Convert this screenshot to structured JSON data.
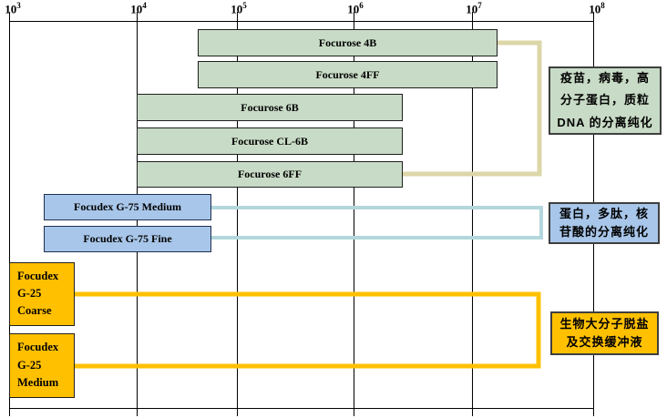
{
  "axis": {
    "scale": "log",
    "ticks": [
      {
        "base": "10",
        "exp": "3"
      },
      {
        "base": "10",
        "exp": "4"
      },
      {
        "base": "10",
        "exp": "5"
      },
      {
        "base": "10",
        "exp": "6"
      },
      {
        "base": "10",
        "exp": "7"
      },
      {
        "base": "10",
        "exp": "8"
      }
    ]
  },
  "bars": {
    "focurose_4b": {
      "label": "Focurose 4B"
    },
    "focurose_4ff": {
      "label": "Focurose 4FF"
    },
    "focurose_6b": {
      "label": "Focurose 6B"
    },
    "focurose_cl6b": {
      "label": "Focurose CL-6B"
    },
    "focurose_6ff": {
      "label": "Focurose 6FF"
    },
    "focudex_g75_medium": {
      "label": "Focudex G-75 Medium"
    },
    "focudex_g75_fine": {
      "label": "Focudex G-75 Fine"
    },
    "focudex_g25_coarse": {
      "lines": [
        "Focudex",
        "G-25",
        "Coarse"
      ]
    },
    "focudex_g25_medium": {
      "lines": [
        "Focudex",
        "G-25",
        "Medium"
      ]
    }
  },
  "annotations": {
    "green": {
      "lines": [
        "疫苗，病毒，高",
        "分子蛋白，质粒",
        "DNA 的分离纯化"
      ]
    },
    "blue": {
      "lines": [
        "蛋白，多肽，核",
        "苷酸的分离纯化"
      ]
    },
    "yellow": {
      "lines": [
        "生物大分子脱盐",
        "及交换缓冲液"
      ]
    }
  },
  "colors": {
    "green_fill": "#c8dbc6",
    "blue_fill": "#a8c6e9",
    "yellow_fill": "#ffc000",
    "beige_bracket": "#dcd6a8",
    "blue_bracket": "#b3d7dc",
    "yellow_bracket": "#ffc000",
    "line": "#000000"
  },
  "chart_data": {
    "type": "bar",
    "subtype": "horizontal-range-gantt",
    "title": "",
    "xlabel": "",
    "ylabel": "",
    "x_scale": "log",
    "xlim": [
      1000,
      100000000
    ],
    "x_tick_labels": [
      "10^3",
      "10^4",
      "10^5",
      "10^6",
      "10^7",
      "10^8"
    ],
    "grid": "vertical-on",
    "series": [
      {
        "name": "Focurose 4B",
        "range_x": [
          40000,
          16000000
        ],
        "color": "#c8dbc6",
        "group": "疫苗，病毒，高分子蛋白，质粒DNA的分离纯化"
      },
      {
        "name": "Focurose 4FF",
        "range_x": [
          40000,
          16000000
        ],
        "color": "#c8dbc6",
        "group": "疫苗，病毒，高分子蛋白，质粒DNA的分离纯化"
      },
      {
        "name": "Focurose 6B",
        "range_x": [
          10000,
          2700000
        ],
        "color": "#c8dbc6",
        "group": "疫苗，病毒，高分子蛋白，质粒DNA的分离纯化"
      },
      {
        "name": "Focurose CL-6B",
        "range_x": [
          10000,
          2700000
        ],
        "color": "#c8dbc6",
        "group": "疫苗，病毒，高分子蛋白，质粒DNA的分离纯化"
      },
      {
        "name": "Focurose 6FF",
        "range_x": [
          10000,
          2700000
        ],
        "color": "#c8dbc6",
        "group": "疫苗，病毒，高分子蛋白，质粒DNA的分离纯化"
      },
      {
        "name": "Focudex G-75 Medium",
        "range_x": [
          1900,
          56000
        ],
        "color": "#a8c6e9",
        "group": "蛋白，多肽，核苷酸的分离纯化"
      },
      {
        "name": "Focudex G-75 Fine",
        "range_x": [
          1900,
          56000
        ],
        "color": "#a8c6e9",
        "group": "蛋白，多肽，核苷酸的分离纯化"
      },
      {
        "name": "Focudex G-25 Coarse",
        "range_x": [
          1000,
          3200
        ],
        "color": "#ffc000",
        "group": "生物大分子脱盐及交换缓冲液"
      },
      {
        "name": "Focudex G-25 Medium",
        "range_x": [
          1000,
          3200
        ],
        "color": "#ffc000",
        "group": "生物大分子脱盐及交换缓冲液"
      }
    ],
    "annotations": [
      {
        "text": "疫苗，病毒，高分子蛋白，质粒DNA的分离纯化",
        "applies_to": [
          "Focurose 4B",
          "Focurose 4FF",
          "Focurose 6B",
          "Focurose CL-6B",
          "Focurose 6FF"
        ]
      },
      {
        "text": "蛋白，多肽，核苷酸的分离纯化",
        "applies_to": [
          "Focudex G-75 Medium",
          "Focudex G-75 Fine"
        ]
      },
      {
        "text": "生物大分子脱盐及交换缓冲液",
        "applies_to": [
          "Focudex G-25 Coarse",
          "Focudex G-25 Medium"
        ]
      }
    ],
    "legend_position": "none"
  }
}
